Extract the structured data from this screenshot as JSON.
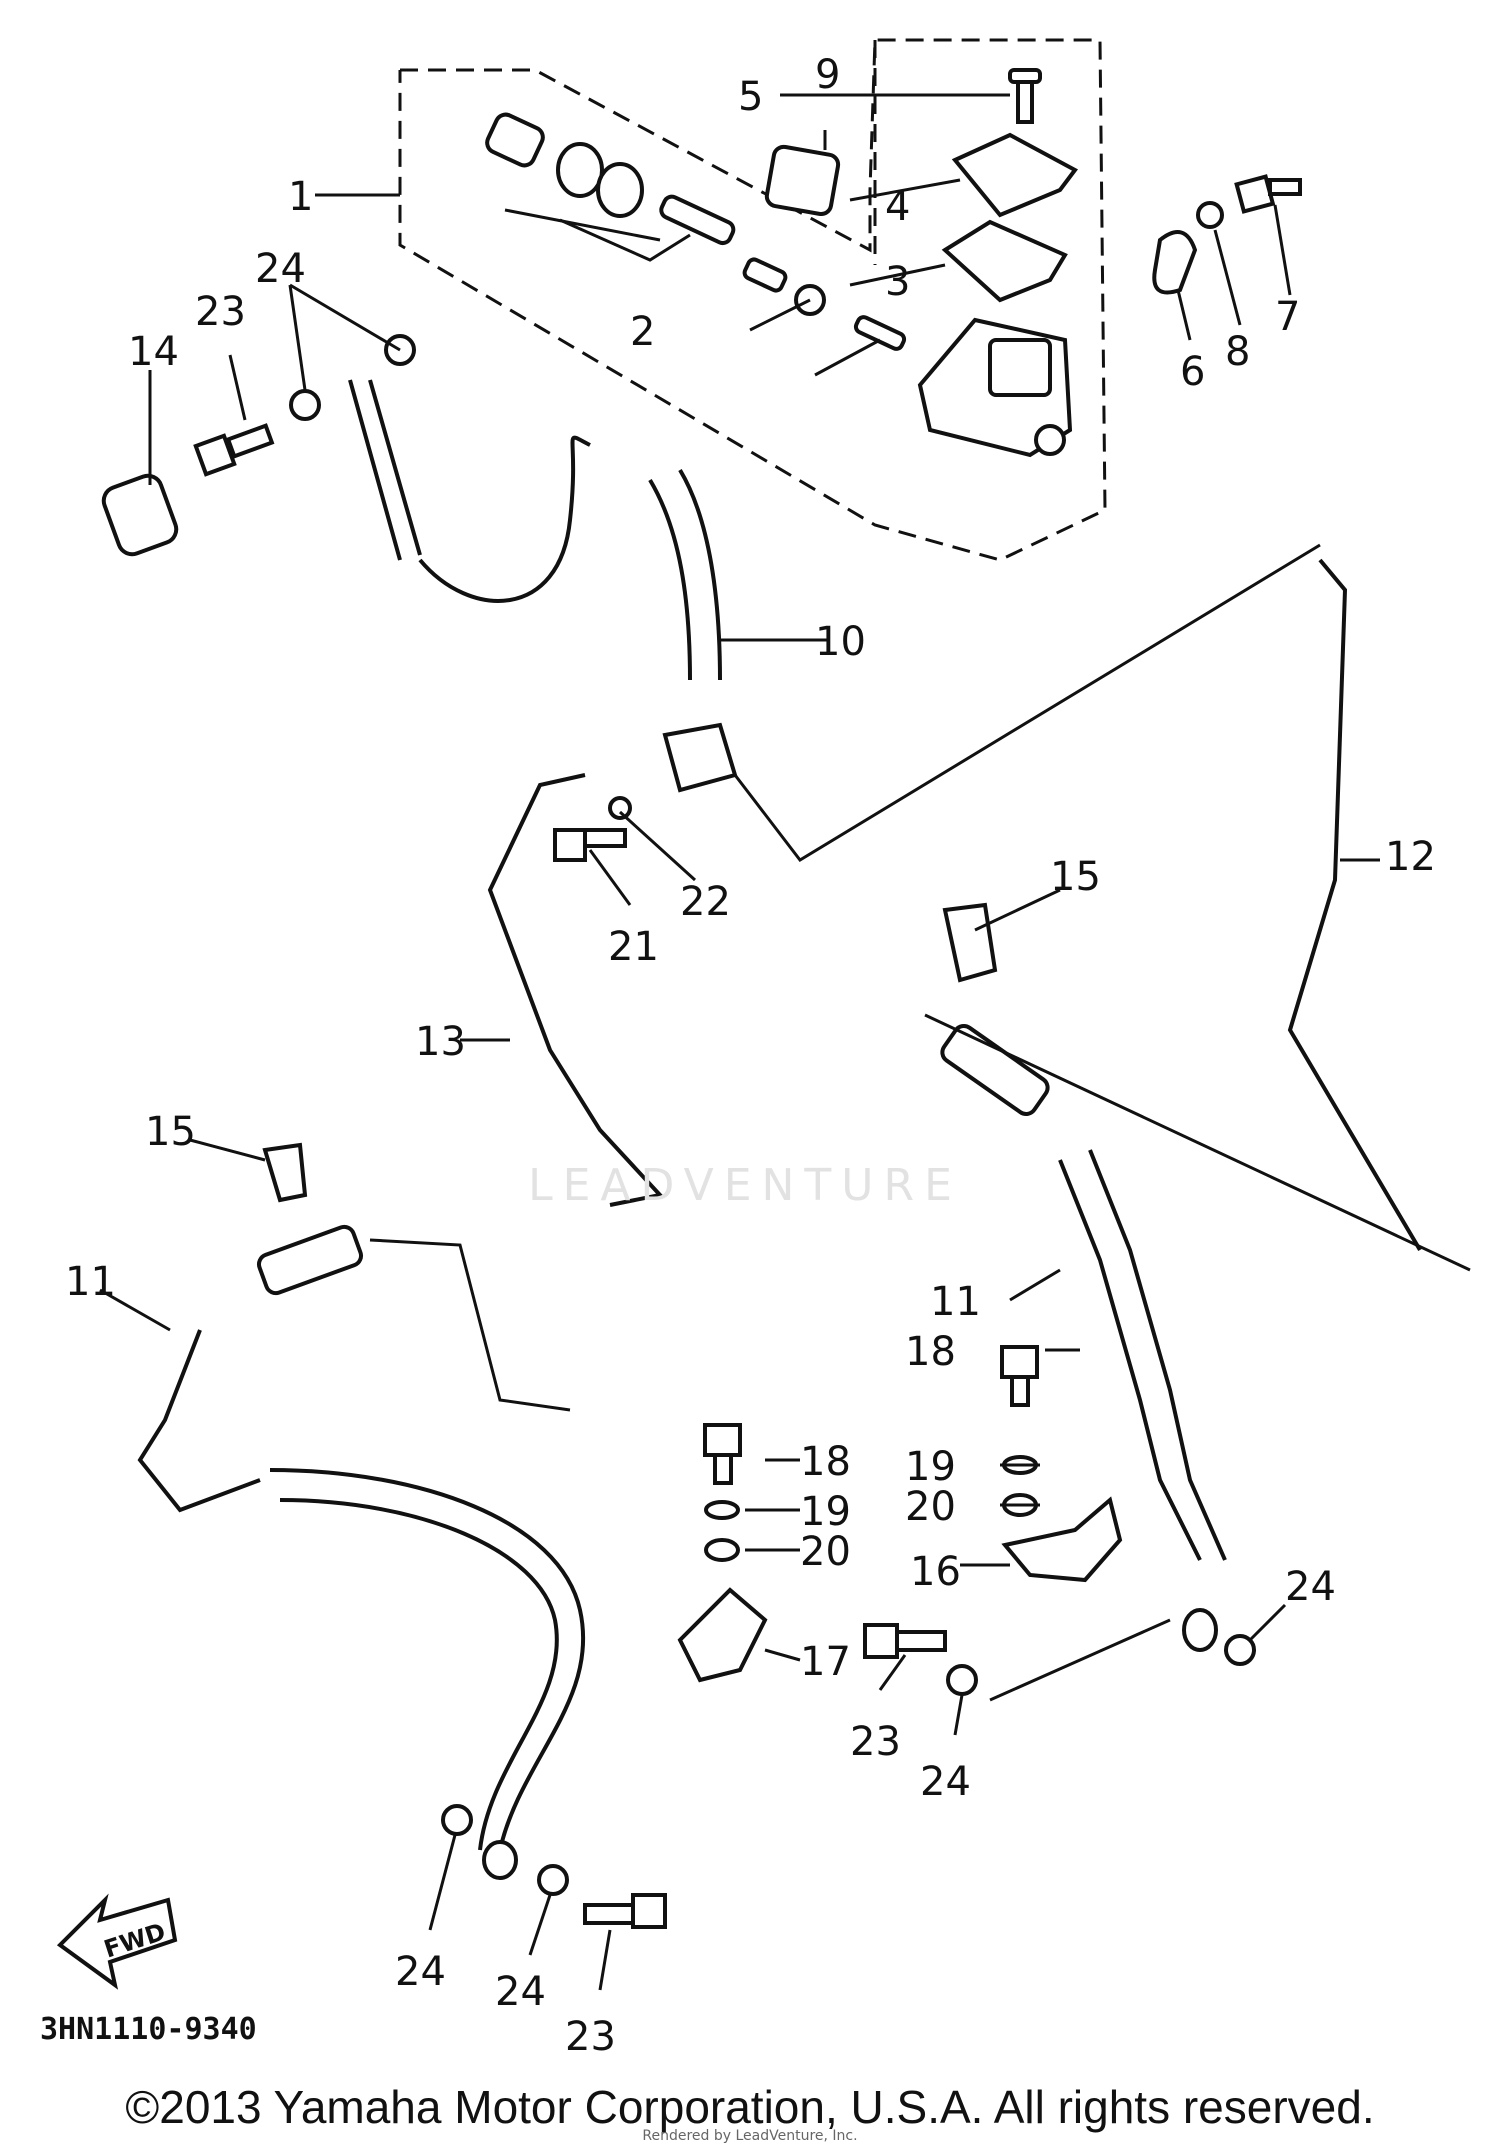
{
  "diagram": {
    "code": "3HN1110-9340",
    "fwd_label": "FWD",
    "watermark": "LEADVENTURE",
    "copyright": "©2013 Yamaha Motor Corporation, U.S.A. All rights reserved.",
    "credit": "Rendered by LeadVenture, Inc.",
    "callouts": {
      "c1": "1",
      "c2": "2",
      "c3": "3",
      "c4": "4",
      "c5": "5",
      "c6": "6",
      "c7": "7",
      "c8": "8",
      "c9": "9",
      "c10": "10",
      "c11a": "11",
      "c11b": "11",
      "c12": "12",
      "c13": "13",
      "c14": "14",
      "c15a": "15",
      "c15b": "15",
      "c16": "16",
      "c17": "17",
      "c18a": "18",
      "c18b": "18",
      "c19a": "19",
      "c19b": "19",
      "c20a": "20",
      "c20b": "20",
      "c21": "21",
      "c22": "22",
      "c23a": "23",
      "c23b": "23",
      "c23c": "23",
      "c24a": "24",
      "c24b": "24",
      "c24c": "24",
      "c24d": "24",
      "c24e": "24"
    }
  }
}
